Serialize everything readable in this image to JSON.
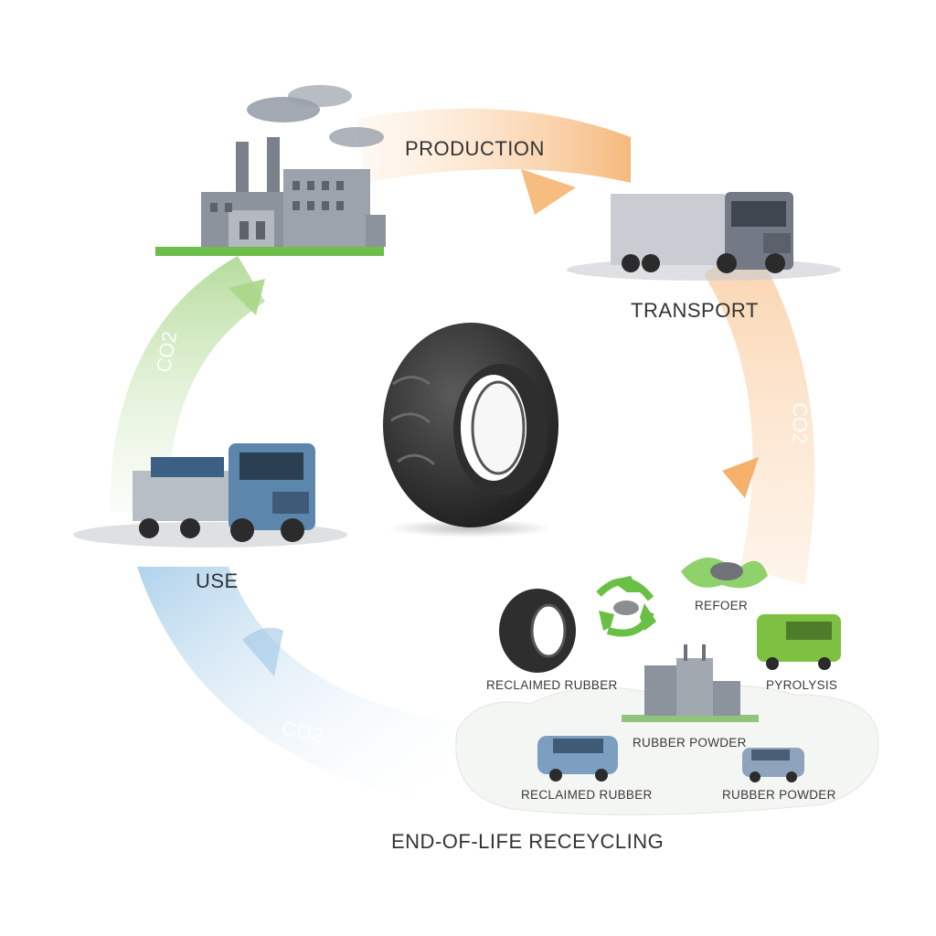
{
  "stages": {
    "production": "PRODUCTION",
    "transport": "TRANSPORT",
    "use": "USE",
    "end_of_life": "END-OF-LIFE RECEYCLING"
  },
  "recycling_items": {
    "refoer": "REFOER",
    "reclaimed_rubber_top": "RECLAIMED RUBBER",
    "pyrolysis": "PYROLYSIS",
    "rubber_powder_mid": "RUBBER POWDER",
    "reclaimed_rubber_bottom": "RECLAIMED RUBBER",
    "rubber_powder_bottom": "RUBBER POWDER"
  },
  "emissions": {
    "left_arc": "CO2",
    "right_arc": "CO2",
    "bottom_arc": "CO2"
  },
  "colors": {
    "production_arc": "#f7b77a",
    "transport_arc": "#f4a85c",
    "use_arc": "#9cc7e6",
    "return_arc": "#a8d68a",
    "recycle_green": "#6abf45"
  }
}
